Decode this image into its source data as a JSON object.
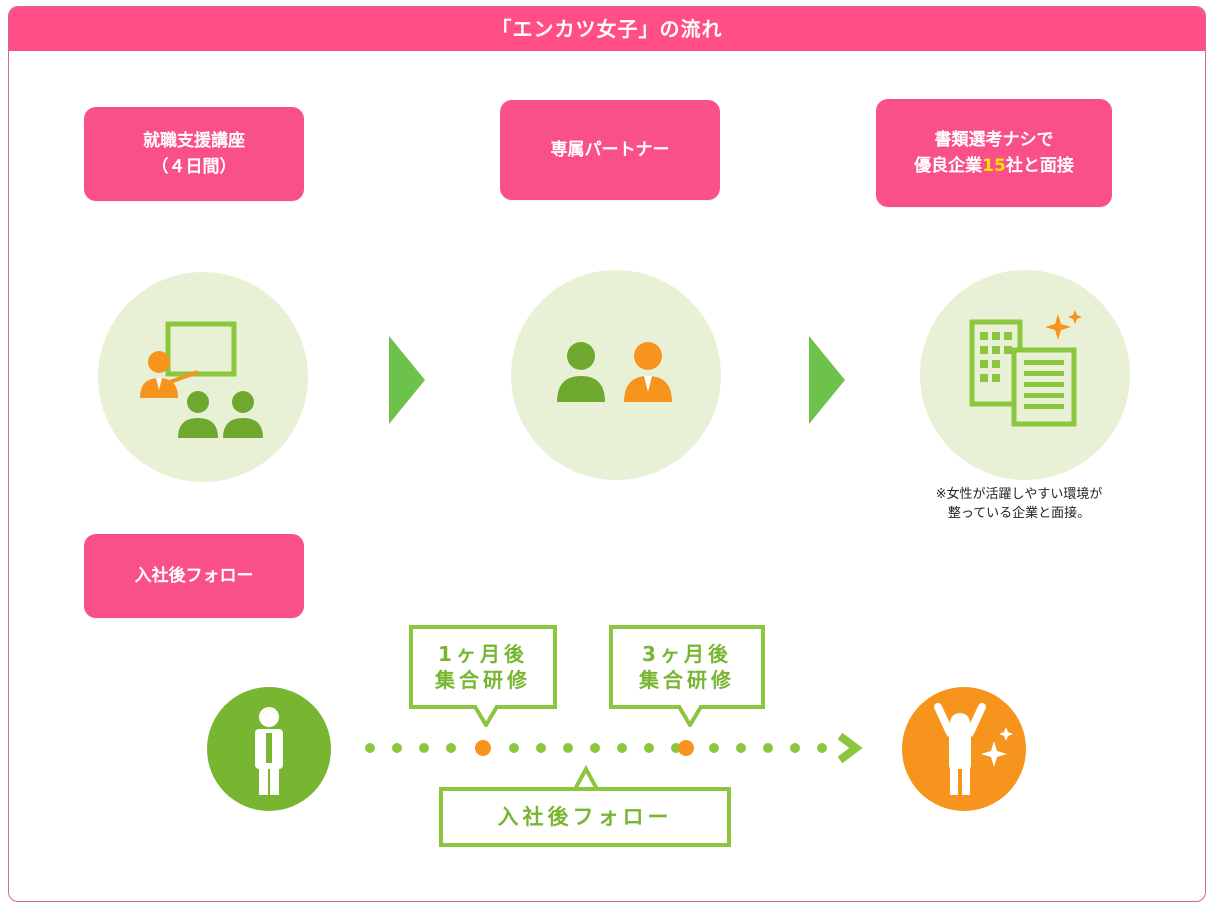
{
  "header": {
    "title": "「エンカツ女子」の流れ"
  },
  "steps": [
    {
      "line1": "就職支援講座",
      "line2": "（４日間）"
    },
    {
      "line1": "専属パートナー"
    },
    {
      "line1": "書類選考ナシで",
      "line2_pre": "優良企業",
      "line2_num": "15",
      "line2_post": "社と面接"
    }
  ],
  "note": {
    "line1": "※女性が活躍しやすい環境が",
    "line2": "整っている企業と面接。"
  },
  "followup": {
    "title": "入社後フォロー",
    "callouts": [
      {
        "line1": "1ヶ月後",
        "line2": "集合研修"
      },
      {
        "line1": "3ヶ月後",
        "line2": "集合研修"
      }
    ],
    "bottom_label": "入社後フォロー"
  },
  "colors": {
    "pink": "#f9508a",
    "header_pink": "#ff4f86",
    "green": "#8cc63f",
    "orange": "#f7941d",
    "circle_bg": "#e8f1d6",
    "highlight": "#ffe300"
  },
  "icons": [
    "classroom-icon",
    "partner-icon",
    "office-building-icon",
    "person-icon",
    "celebrating-person-icon"
  ]
}
